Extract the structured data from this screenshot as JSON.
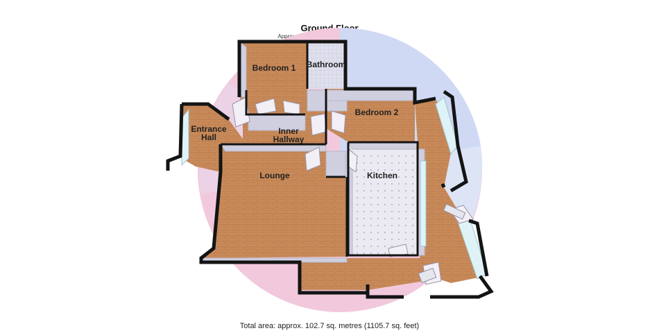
{
  "header": {
    "title": "Ground Floor",
    "subtitle": "Approx. 102.7 sq. metres (1105.7 sq. feet)"
  },
  "rooms": {
    "bedroom1": "Bedroom 1",
    "bathroom": "Bathroom",
    "bedroom2": "Bedroom 2",
    "entrance_line1": "Entrance",
    "entrance_line2": "Hall",
    "inner_line1": "Inner",
    "inner_line2": "Hallway",
    "lounge": "Lounge",
    "kitchen": "Kitchen"
  },
  "footer": {
    "total": "Total area: approx. 102.7 sq. metres (1105.7 sq. feet)"
  },
  "colors": {
    "wood_floor": "#c98a5a",
    "tile_floor": "#e8e6ee",
    "wall": "#141414",
    "wall_face": "#c9c9d8",
    "compass_pink": "#f2c9dc",
    "compass_blue": "#cfd9f3",
    "compass_yellow": "#fbf6c8"
  }
}
